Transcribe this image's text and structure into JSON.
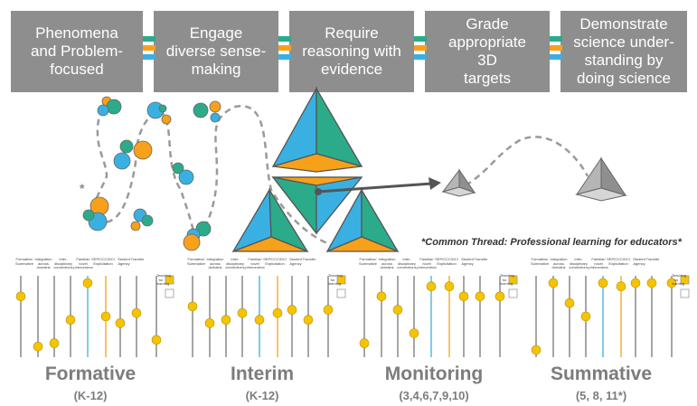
{
  "principles": [
    "Phenomena\nand Problem-\nfocused",
    "Engage\ndiverse sense-\nmaking",
    "Require\nreasoning with\nevidence",
    "Grade\nappropriate\n3D\ntargets",
    "Demonstrate\nscience under-\nstanding by\ndoing science"
  ],
  "colors": {
    "green": "#2bab8a",
    "orange": "#f7a11a",
    "blue": "#3ab0e2",
    "grey": "#8e8e8e",
    "yellow": "#f5c400"
  },
  "asterisk": "*",
  "common_thread": "*Common Thread: Professional learning for educators*",
  "column_labels": [
    "Formative/\nSummative",
    "Integration\nacross\ndomains",
    "Inter-\ndisciplinary\nconnections",
    "Familiar/\nnovel\nphenomena",
    "SEP/CCC/DCI\nExplicitation",
    "Student\nAgency",
    "Transfer"
  ],
  "legend_side_text": "Teaching\nfor\nlearning",
  "purposes": [
    {
      "name": "Formative",
      "sub": "(K-12)",
      "levels": [
        0.2,
        0.95,
        0.9,
        0.55,
        0.0,
        0.5,
        0.6,
        0.45,
        0.85
      ]
    },
    {
      "name": "Interim",
      "sub": "(K-12)",
      "levels": [
        0.35,
        0.6,
        0.55,
        0.45,
        0.55,
        0.45,
        0.4,
        0.55,
        0.4
      ]
    },
    {
      "name": "Monitoring",
      "sub": "(3,4,6,7,9,10)",
      "levels": [
        0.9,
        0.2,
        0.4,
        0.75,
        0.05,
        0.05,
        0.2,
        0.2,
        0.2
      ]
    },
    {
      "name": "Summative",
      "sub": "(5, 8, 11*)",
      "levels": [
        1.0,
        0.0,
        0.3,
        0.5,
        0.0,
        0.05,
        0.0,
        0.0,
        0.0
      ]
    }
  ]
}
